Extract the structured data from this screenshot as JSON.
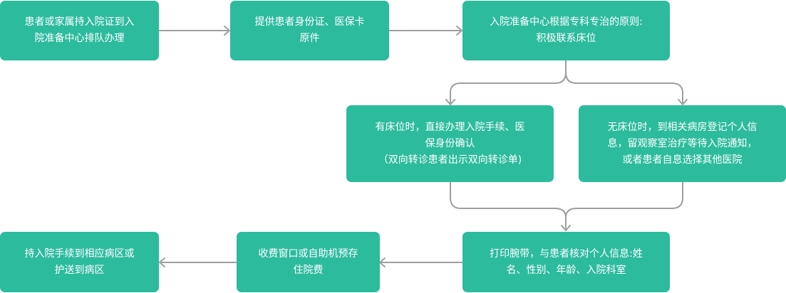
{
  "nodes": {
    "step1": {
      "lines": [
        "患者或家属持入院证到入",
        "院准备中心排队办理"
      ]
    },
    "step2": {
      "lines": [
        "提供患者身份证、医保卡",
        "原件"
      ]
    },
    "step3": {
      "lines": [
        "入院准备中心根据专科专治的原则:",
        "积极联系床位"
      ]
    },
    "bed_available": {
      "lines": [
        "有床位时，直接办理入院手续、医",
        "保身份确认",
        "（双向转诊患者出示双向转诊单)"
      ]
    },
    "no_bed": {
      "lines": [
        "无床位时，到相关病房登记个人信",
        "息，留观察室治疗等待入院通知，",
        "或者患者自息选择其他医院"
      ]
    },
    "wristband": {
      "lines": [
        "打印腕带，与患者核对个人信息:姓",
        "名、性别、年龄、入院科室"
      ]
    },
    "payment": {
      "lines": [
        "收费窗口或自助机预存",
        "住院费"
      ]
    },
    "ward": {
      "lines": [
        "持入院手续到相应病区或",
        "护送到病区"
      ]
    }
  },
  "colors": {
    "node_fill": "#2dbb9e",
    "node_text": "#ffffff",
    "connector": "#9e9e9e"
  }
}
